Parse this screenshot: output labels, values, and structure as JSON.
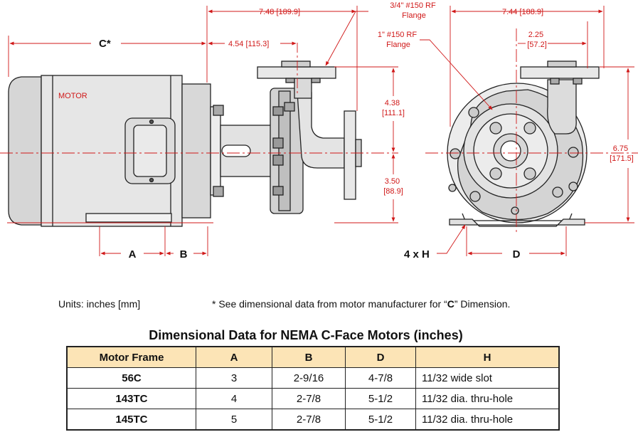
{
  "dimensions": {
    "overall_length": "7.48 [189.9]",
    "c_label": "C*",
    "pump_length": "4.54 [115.3]",
    "discharge_height": "4.38\n[111.1]",
    "center_height": "3.50\n[88.9]",
    "front_width": "7.44 [188.9]",
    "flange_offset": "2.25\n[57.2]",
    "overall_height": "6.75\n[171.5]",
    "a_label": "A",
    "b_label": "B",
    "d_label": "D",
    "h_label": "4 x H"
  },
  "callouts": {
    "discharge_flange": "3/4\" #150 RF\nFlange",
    "suction_flange": "1\" #150 RF\nFlange",
    "motor": "MOTOR"
  },
  "notes": {
    "units": "Units:  inches [mm]",
    "c_note_prefix": "* See dimensional data from motor manufacturer for “",
    "c_note_letter": "C",
    "c_note_suffix": "” Dimension."
  },
  "table": {
    "title": "Dimensional Data for NEMA C-Face Motors (inches)",
    "headers": [
      "Motor Frame",
      "A",
      "B",
      "D",
      "H"
    ],
    "rows": [
      [
        "56C",
        "3",
        "2-9/16",
        "4-7/8",
        "11/32 wide slot"
      ],
      [
        "143TC",
        "4",
        "2-7/8",
        "5-1/2",
        "11/32 dia. thru-hole"
      ],
      [
        "145TC",
        "5",
        "2-7/8",
        "5-1/2",
        "11/32 dia. thru-hole"
      ]
    ]
  },
  "colors": {
    "dimension": "#d01818",
    "motor_fill": "#e6e6e6",
    "table_header": "#fce4b6"
  }
}
